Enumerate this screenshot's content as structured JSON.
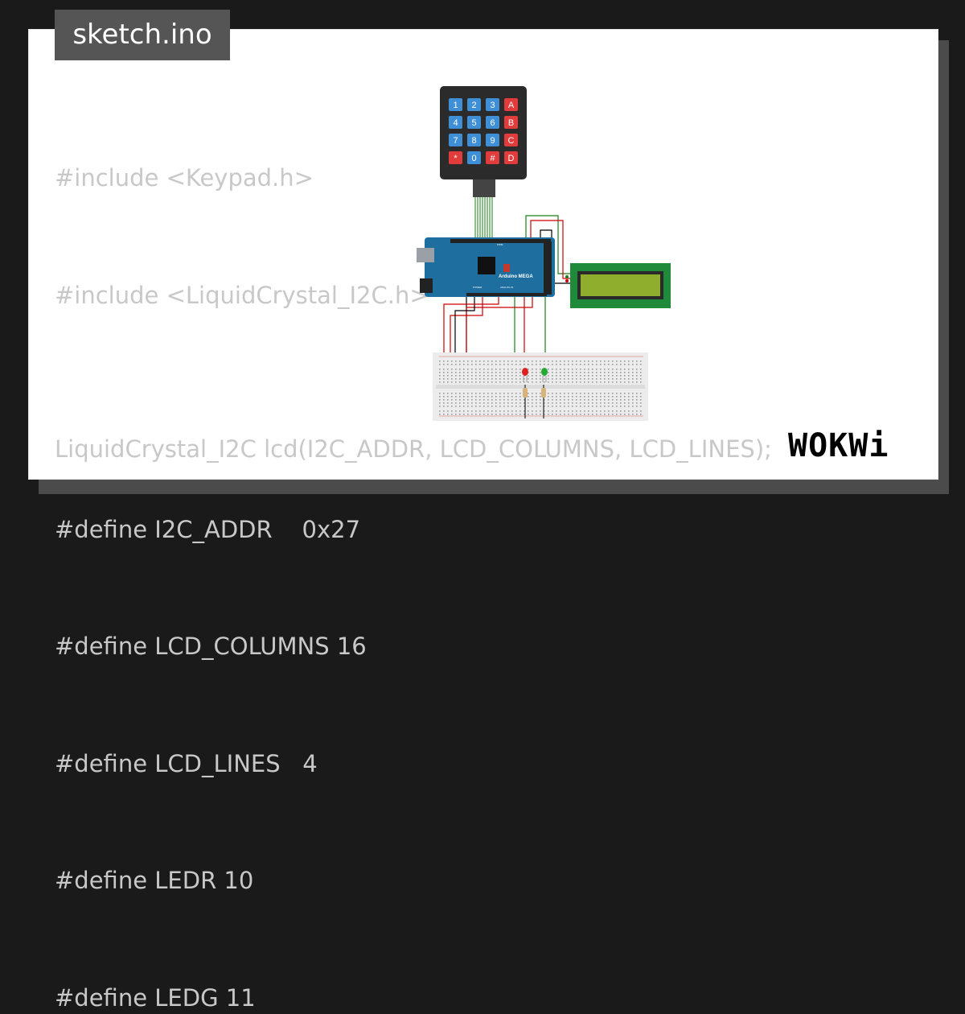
{
  "file_tab": {
    "label": "sketch.ino"
  },
  "code": {
    "lines": [
      "#include <Keypad.h>",
      "#include <LiquidCrystal_I2C.h>",
      "",
      "#define I2C_ADDR    0x27",
      "#define LCD_COLUMNS 16",
      "#define LCD_LINES   4",
      "#define LEDR 10",
      "#define LEDG 11"
    ],
    "lcd_declaration": "LiquidCrystal_I2C lcd(I2C_ADDR, LCD_COLUMNS, LCD_LINES);"
  },
  "keypad": {
    "keys": [
      "1",
      "2",
      "3",
      "A",
      "4",
      "5",
      "6",
      "B",
      "7",
      "8",
      "9",
      "C",
      "*",
      "0",
      "#",
      "D"
    ]
  },
  "board": {
    "label": "Arduino MEGA",
    "pwm_label": "PWM",
    "power_label": "POWER",
    "analog_label": "ANALOG IN"
  },
  "logo": {
    "text": "WOKWi"
  },
  "colors": {
    "background": "#1a1a1a",
    "card": "#ffffff",
    "code_text": "#c8c8c8",
    "tab": "#555555",
    "board": "#1e6fa0",
    "lcd": "#1f8a3a",
    "lcd_screen": "#8fae2e",
    "key_blue": "#3f8fd6",
    "key_red": "#e03c3c"
  }
}
